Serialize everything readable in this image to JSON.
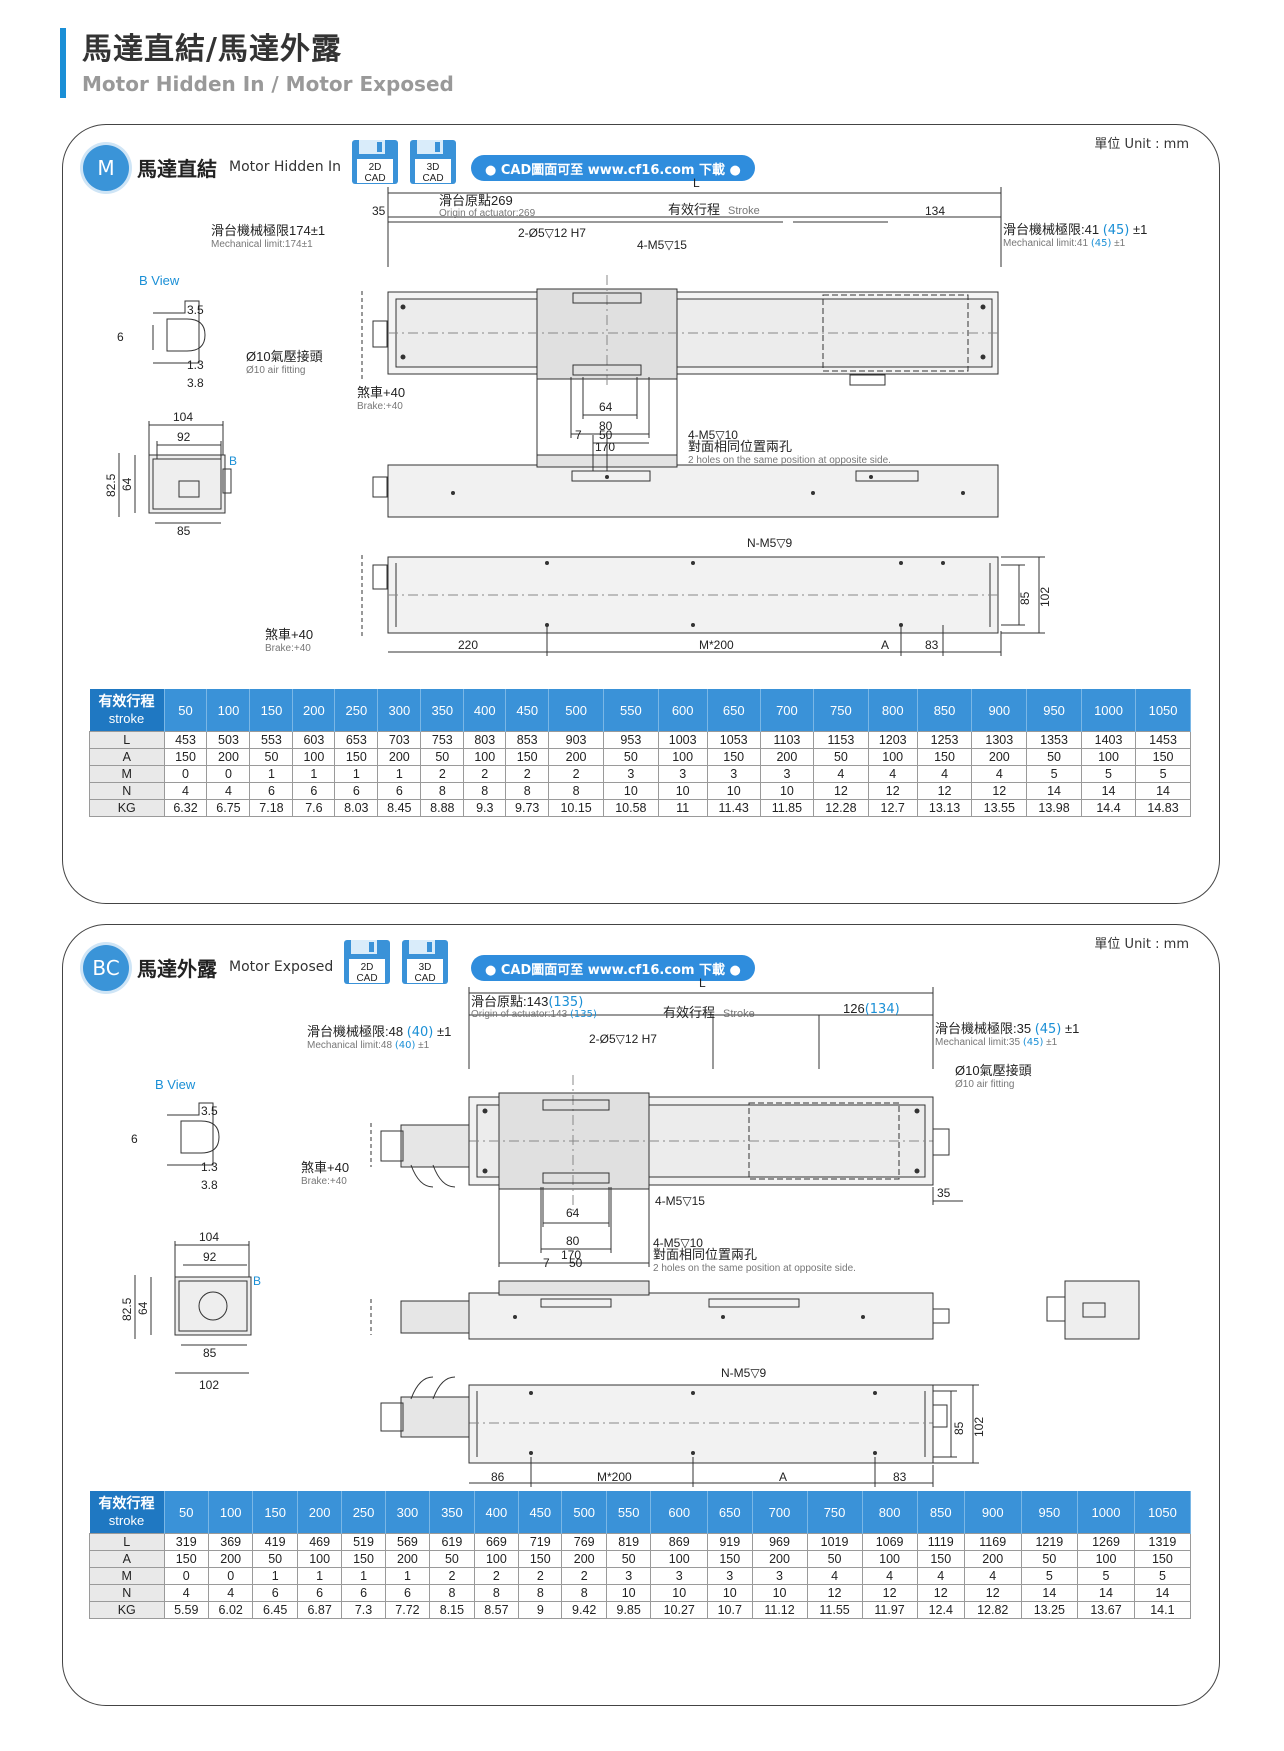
{
  "page": {
    "title_zh": "馬達直結/馬達外露",
    "title_en": "Motor Hidden In / Motor Exposed"
  },
  "colors": {
    "accent": "#1a8fd6",
    "header": "#3a92d8",
    "header_dark": "#1f78c2"
  },
  "sections": [
    {
      "badge": "M",
      "title_zh": "馬達直結",
      "title_en": "Motor Hidden In",
      "unit": "單位 Unit : mm",
      "cad2d": [
        "2D",
        "CAD"
      ],
      "cad3d": [
        "3D",
        "CAD"
      ],
      "download": "● CAD圖面可至 www.cf16.com 下載 ●",
      "labels": {
        "L": "L",
        "d35": "35",
        "origin_zh": "滑台原點269",
        "origin_en": "Origin of actuator:269",
        "stroke_zh": "有效行程",
        "stroke_en": "Stroke",
        "d134": "134",
        "mech_left_zh": "滑台機械極限174±1",
        "mech_left_en": "Mechanical limit:174±1",
        "pin": "2-Ø5▽12 H7",
        "m5_15": "4-M5▽15",
        "mech_right_zh": "滑台機械極限:41 ",
        "mech_right_b": "(45)",
        "mech_right_t": " ±1",
        "mech_right_en": "Mechanical limit:41 ",
        "mech_right_en_b": "(45)",
        "mech_right_en_t": " ±1",
        "bview": "B View",
        "b35": "3.5",
        "b6": "6",
        "b13": "1.3",
        "b38": "3.8",
        "air_zh": "Ø10氣壓接頭",
        "air_en": "Ø10 air fitting",
        "brake_zh": "煞車+40",
        "brake_en": "Brake:+40",
        "d64": "64",
        "d80": "80",
        "d170": "170",
        "m5_10": "4-M5▽10",
        "opp_zh": "對面相同位置兩孔",
        "opp_en": "2 holes on the same position at opposite side.",
        "d104": "104",
        "d92": "92",
        "B": "B",
        "d825": "82.5",
        "d64v": "64",
        "d85": "85",
        "d7": "7",
        "d50": "50",
        "nm5": "N-M5▽9",
        "brake2_zh": "煞車+40",
        "brake2_en": "Brake:+40",
        "d220": "220",
        "m200": "M*200",
        "A": "A",
        "d83": "83",
        "d85v": "85",
        "d102v": "102"
      },
      "table": {
        "head_zh": "有效行程",
        "head_en": "stroke",
        "strokes": [
          "50",
          "100",
          "150",
          "200",
          "250",
          "300",
          "350",
          "400",
          "450",
          "500",
          "550",
          "600",
          "650",
          "700",
          "750",
          "800",
          "850",
          "900",
          "950",
          "1000",
          "1050"
        ],
        "rows": [
          {
            "label": "L",
            "values": [
              "453",
              "503",
              "553",
              "603",
              "653",
              "703",
              "753",
              "803",
              "853",
              "903",
              "953",
              "1003",
              "1053",
              "1103",
              "1153",
              "1203",
              "1253",
              "1303",
              "1353",
              "1403",
              "1453"
            ]
          },
          {
            "label": "A",
            "values": [
              "150",
              "200",
              "50",
              "100",
              "150",
              "200",
              "50",
              "100",
              "150",
              "200",
              "50",
              "100",
              "150",
              "200",
              "50",
              "100",
              "150",
              "200",
              "50",
              "100",
              "150"
            ]
          },
          {
            "label": "M",
            "values": [
              "0",
              "0",
              "1",
              "1",
              "1",
              "1",
              "2",
              "2",
              "2",
              "2",
              "3",
              "3",
              "3",
              "3",
              "4",
              "4",
              "4",
              "4",
              "5",
              "5",
              "5"
            ]
          },
          {
            "label": "N",
            "values": [
              "4",
              "4",
              "6",
              "6",
              "6",
              "6",
              "8",
              "8",
              "8",
              "8",
              "10",
              "10",
              "10",
              "10",
              "12",
              "12",
              "12",
              "12",
              "14",
              "14",
              "14"
            ]
          },
          {
            "label": "KG",
            "values": [
              "6.32",
              "6.75",
              "7.18",
              "7.6",
              "8.03",
              "8.45",
              "8.88",
              "9.3",
              "9.73",
              "10.15",
              "10.58",
              "11",
              "11.43",
              "11.85",
              "12.28",
              "12.7",
              "13.13",
              "13.55",
              "13.98",
              "14.4",
              "14.83"
            ]
          }
        ]
      }
    },
    {
      "badge": "BC",
      "title_zh": "馬達外露",
      "title_en": "Motor Exposed",
      "unit": "單位 Unit : mm",
      "cad2d": [
        "2D",
        "CAD"
      ],
      "cad3d": [
        "3D",
        "CAD"
      ],
      "download": "● CAD圖面可至 www.cf16.com 下載 ●",
      "labels": {
        "L": "L",
        "origin_zh": "滑台原點:143",
        "origin_b": "(135)",
        "origin_en": "Origin of actuator:143 ",
        "origin_en_b": "(135)",
        "stroke_zh": "有效行程",
        "stroke_en": "Stroke",
        "d126": "126",
        "d126_b": "(134)",
        "mech_left_zh": "滑台機械極限:48 ",
        "mech_left_b": "(40)",
        "mech_left_t": " ±1",
        "mech_left_en": "Mechanical limit:48 ",
        "mech_left_en_b": "(40)",
        "mech_left_en_t": " ±1",
        "pin": "2-Ø5▽12 H7",
        "mech_right_zh": "滑台機械極限:35 ",
        "mech_right_b": "(45)",
        "mech_right_t": " ±1",
        "mech_right_en": "Mechanical limit:35 ",
        "mech_right_en_b": "(45)",
        "mech_right_en_t": " ±1",
        "air_zh": "Ø10氣壓接頭",
        "air_en": "Ø10 air fitting",
        "bview": "B View",
        "b35": "3.5",
        "b6": "6",
        "b13": "1.3",
        "b38": "3.8",
        "brake_zh": "煞車+40",
        "brake_en": "Brake:+40",
        "d64": "64",
        "m5_15": "4-M5▽15",
        "d35": "35",
        "d80": "80",
        "d170": "170",
        "m5_10": "4-M5▽10",
        "opp_zh": "對面相同位置兩孔",
        "opp_en": "2 holes on the same position at opposite side.",
        "d104": "104",
        "d92": "92",
        "B": "B",
        "d825": "82.5",
        "d64v": "64",
        "d85": "85",
        "d102": "102",
        "d7": "7",
        "d50": "50",
        "nm5": "N-M5▽9",
        "d86": "86",
        "m200": "M*200",
        "A": "A",
        "d83": "83",
        "d85v": "85",
        "d102v": "102"
      },
      "table": {
        "head_zh": "有效行程",
        "head_en": "stroke",
        "strokes": [
          "50",
          "100",
          "150",
          "200",
          "250",
          "300",
          "350",
          "400",
          "450",
          "500",
          "550",
          "600",
          "650",
          "700",
          "750",
          "800",
          "850",
          "900",
          "950",
          "1000",
          "1050"
        ],
        "rows": [
          {
            "label": "L",
            "values": [
              "319",
              "369",
              "419",
              "469",
              "519",
              "569",
              "619",
              "669",
              "719",
              "769",
              "819",
              "869",
              "919",
              "969",
              "1019",
              "1069",
              "1119",
              "1169",
              "1219",
              "1269",
              "1319"
            ]
          },
          {
            "label": "A",
            "values": [
              "150",
              "200",
              "50",
              "100",
              "150",
              "200",
              "50",
              "100",
              "150",
              "200",
              "50",
              "100",
              "150",
              "200",
              "50",
              "100",
              "150",
              "200",
              "50",
              "100",
              "150"
            ]
          },
          {
            "label": "M",
            "values": [
              "0",
              "0",
              "1",
              "1",
              "1",
              "1",
              "2",
              "2",
              "2",
              "2",
              "3",
              "3",
              "3",
              "3",
              "4",
              "4",
              "4",
              "4",
              "5",
              "5",
              "5"
            ]
          },
          {
            "label": "N",
            "values": [
              "4",
              "4",
              "6",
              "6",
              "6",
              "6",
              "8",
              "8",
              "8",
              "8",
              "10",
              "10",
              "10",
              "10",
              "12",
              "12",
              "12",
              "12",
              "14",
              "14",
              "14"
            ]
          },
          {
            "label": "KG",
            "values": [
              "5.59",
              "6.02",
              "6.45",
              "6.87",
              "7.3",
              "7.72",
              "8.15",
              "8.57",
              "9",
              "9.42",
              "9.85",
              "10.27",
              "10.7",
              "11.12",
              "11.55",
              "11.97",
              "12.4",
              "12.82",
              "13.25",
              "13.67",
              "14.1"
            ]
          }
        ]
      }
    }
  ]
}
